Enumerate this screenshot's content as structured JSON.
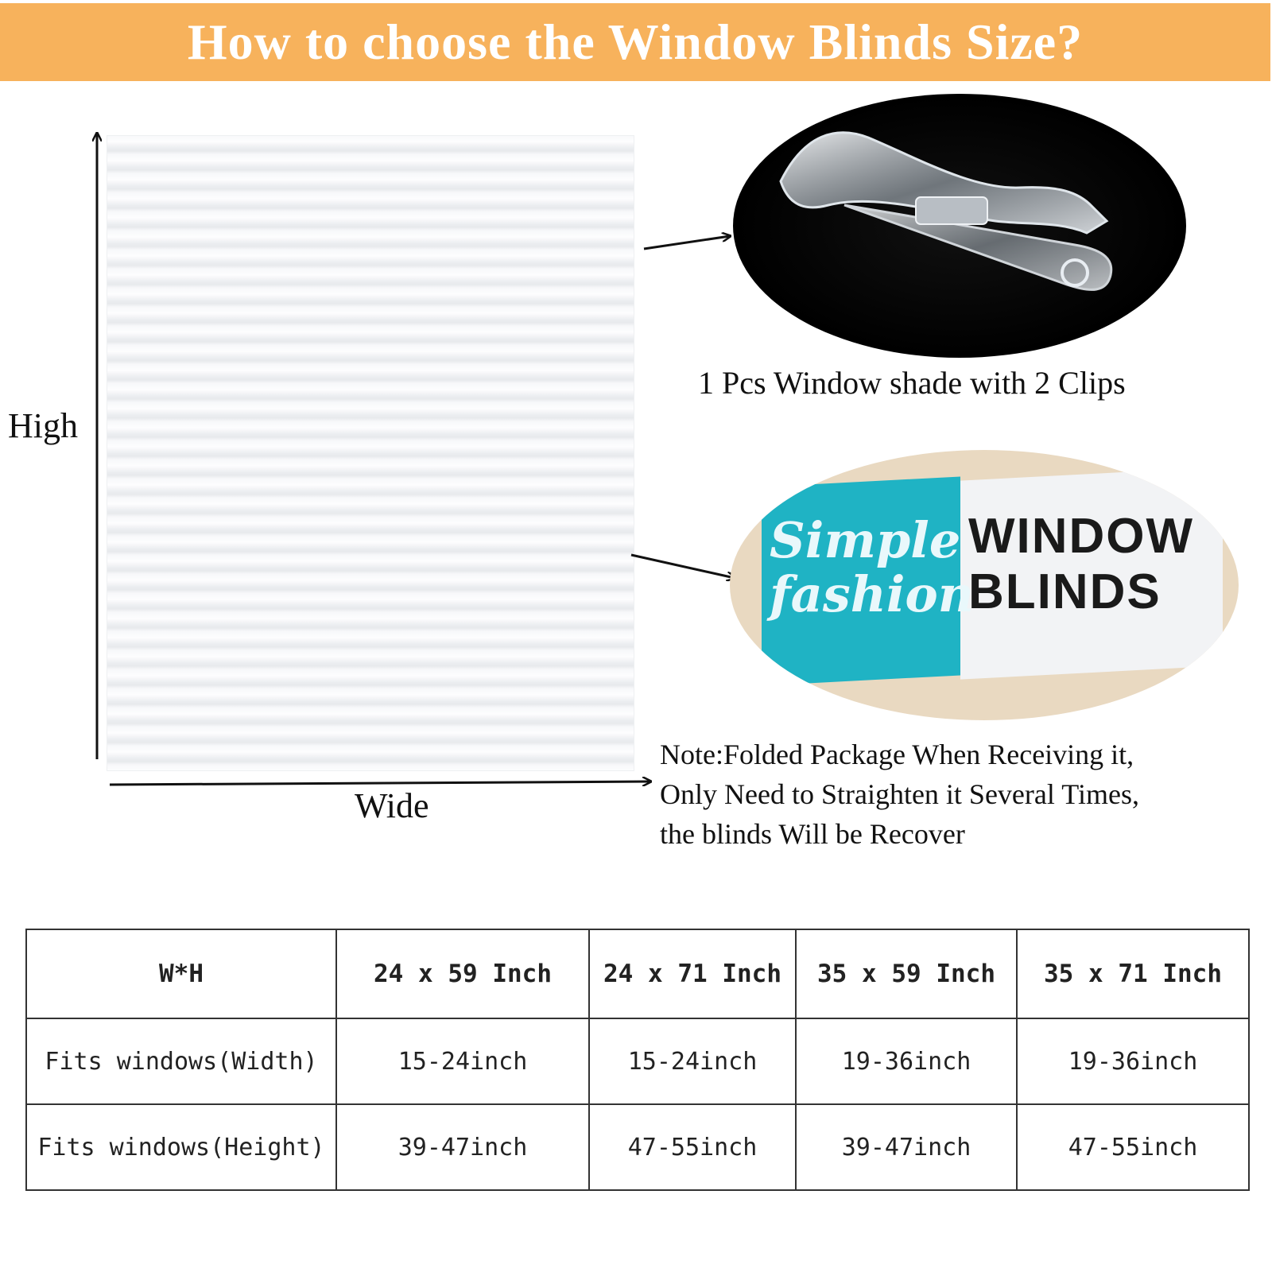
{
  "banner": {
    "title": "How to choose the Window Blinds Size?"
  },
  "diagram": {
    "high_label": "High",
    "wide_label": "Wide"
  },
  "clip_caption": "1 Pcs Window shade with 2 Clips",
  "package": {
    "script_line1": "Simple",
    "script_line2": "fashion",
    "brand_line1": "WINDOW",
    "brand_line2": "BLINDS"
  },
  "note": {
    "line1": "Note:Folded Package When Receiving it,",
    "line2": "Only Need to Straighten it Several Times,",
    "line3": "the blinds Will be Recover"
  },
  "table": {
    "headers": [
      "W*H",
      "24 x 59 Inch",
      "24 x 71 Inch",
      "35 x 59 Inch",
      "35 x 71 Inch"
    ],
    "rows": [
      {
        "label": "Fits windows(Width)",
        "values": [
          "15-24inch",
          "15-24inch",
          "19-36inch",
          "19-36inch"
        ]
      },
      {
        "label": "Fits windows(Height)",
        "values": [
          "39-47inch",
          "47-55inch",
          "39-47inch",
          "47-55inch"
        ]
      }
    ]
  },
  "colors": {
    "banner": "#f7b25c",
    "package_teal": "#1fb3c4"
  }
}
